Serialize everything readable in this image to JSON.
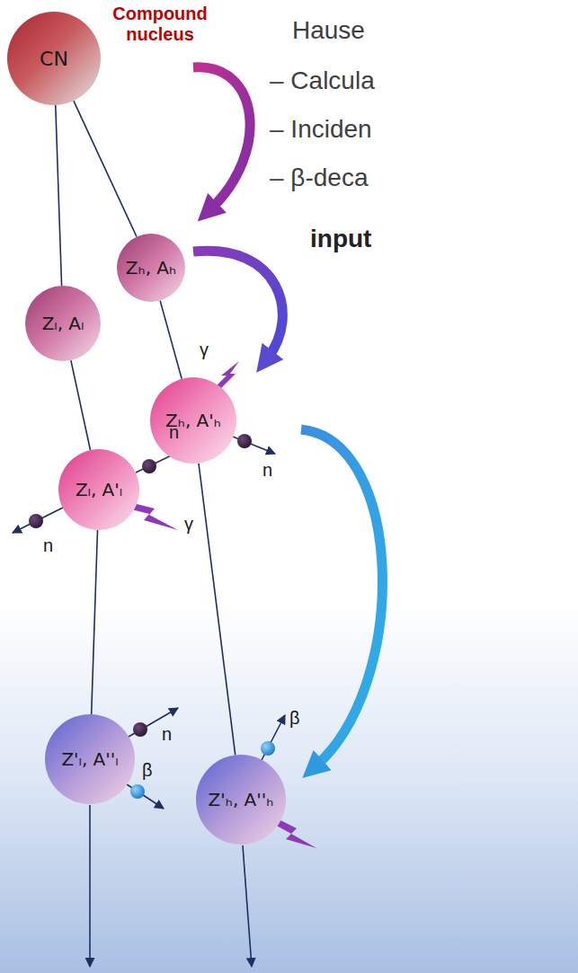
{
  "diagram": {
    "nodes": [
      {
        "text": [
          "CN"
        ]
      },
      {
        "text": [
          "Zₗ, Aₗ"
        ]
      },
      {
        "text": [
          "Zₕ, Aₕ"
        ]
      },
      {
        "text": [
          "Zₗ, A'ₗ"
        ]
      },
      {
        "text": [
          "Zₕ, A'ₕ"
        ]
      },
      {
        "text": [
          "Z'ₗ, A''ₗ"
        ]
      },
      {
        "text": [
          "Z'ₕ, A''ₕ"
        ]
      }
    ],
    "edges": [
      {
        "from": 0,
        "to": 1,
        "arrow": "none"
      },
      {
        "from": 0,
        "to": 2,
        "arrow": "none"
      },
      {
        "from": 1,
        "to": 3,
        "arrow": "none"
      },
      {
        "from": 2,
        "to": 4,
        "arrow": "none"
      },
      {
        "from": 3,
        "to": 5,
        "arrow": "none"
      },
      {
        "from": 4,
        "to": 6,
        "arrow": "none"
      }
    ],
    "labels": [
      "Compound nucleus",
      "Hause",
      "– Calcula",
      "– Inciden",
      "– β-deca",
      "input",
      "n",
      "n",
      "γ",
      "n",
      "γ",
      "n",
      "β",
      "β"
    ]
  }
}
